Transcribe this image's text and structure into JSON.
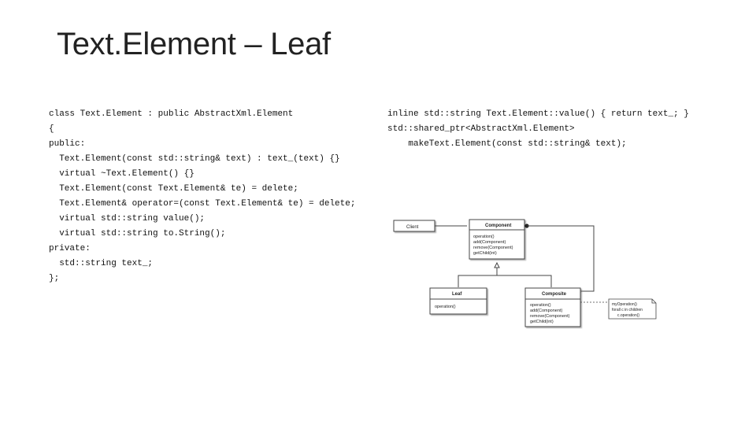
{
  "slide": {
    "title": "Text.Element – Leaf"
  },
  "left_code": {
    "lines": [
      "class Text.Element : public AbstractXml.Element",
      "{",
      "public:",
      "  Text.Element(const std::string& text) : text_(text) {}",
      "  virtual ~Text.Element() {}",
      "  Text.Element(const Text.Element& te) = delete;",
      "  Text.Element& operator=(const Text.Element& te) = delete;",
      "  virtual std::string value();",
      "  virtual std::string to.String();",
      "private:",
      "  std::string text_;",
      "};"
    ]
  },
  "right_code": {
    "lines": [
      "inline std::string Text.Element::value() { return text_; }",
      "std::shared_ptr<AbstractXml.Element>",
      "    makeText.Element(const std::string& text);"
    ]
  },
  "uml": {
    "client": "Client",
    "component": {
      "name": "Component",
      "methods": [
        "operation()",
        "add(Component)",
        "remove(Component)",
        "getChild(int)"
      ]
    },
    "leaf": {
      "name": "Leaf",
      "methods": [
        "operation()"
      ]
    },
    "composite": {
      "name": "Composite",
      "methods": [
        "operation()",
        "add(Component)",
        "remove(Component)",
        "getChild(int)"
      ]
    },
    "note": [
      "myOperation()",
      "forall c in children",
      "c.operation()"
    ]
  }
}
